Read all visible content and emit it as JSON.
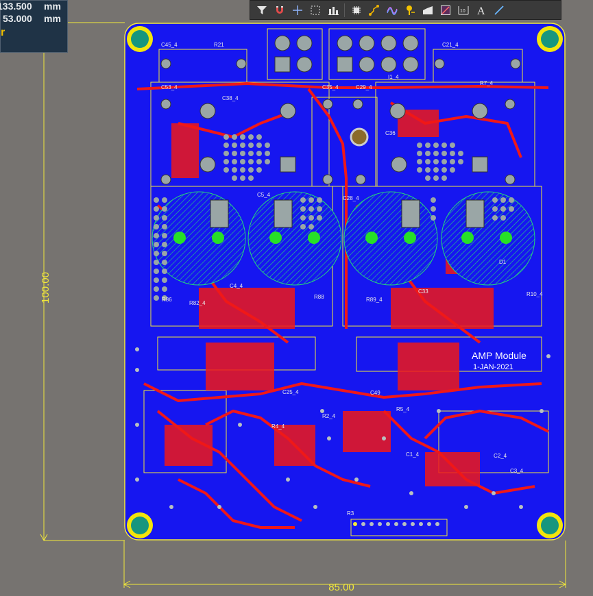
{
  "coord_readout": {
    "x_value": "133.500",
    "x_unit": "mm",
    "y_value": "53.000",
    "y_unit": "mm",
    "marker": "r"
  },
  "toolbar": {
    "tools": [
      {
        "name": "filter-icon"
      },
      {
        "name": "magnet-icon"
      },
      {
        "name": "crosshair-icon"
      },
      {
        "name": "select-rect-icon"
      },
      {
        "name": "align-icon"
      },
      {
        "name": "component-icon"
      },
      {
        "name": "route-icon"
      },
      {
        "name": "diff-pair-icon"
      },
      {
        "name": "pin-icon"
      },
      {
        "name": "polygon-icon"
      },
      {
        "name": "region-icon"
      },
      {
        "name": "dimension-icon"
      },
      {
        "name": "text-icon"
      },
      {
        "name": "line-icon"
      }
    ],
    "text_tool_label": "A",
    "dimension_tool_label": "10"
  },
  "board": {
    "title": "AMP Module",
    "date": "1-JAN-2021",
    "width_dim": "85.00",
    "height_dim": "100.00",
    "designators": [
      "C45_4",
      "R21",
      "C21_4",
      "C53_4",
      "C35_4",
      "C29_4",
      "I1_4",
      "R7_4",
      "C5_4",
      "C28_4",
      "C38_4",
      "C36",
      "D1",
      "R10_4",
      "R86",
      "R82_4",
      "R88",
      "R89_4",
      "C4_4",
      "C33",
      "C25_4",
      "C49",
      "R2_4",
      "R5_4",
      "R4_4",
      "C1_4",
      "C3_4",
      "R3",
      "C2_4"
    ]
  },
  "colors": {
    "background": "#767370",
    "copper_bottom": "#1616f0",
    "copper_top": "#f01818",
    "overlay": "#f2e83a",
    "pad": "#9aa6a6",
    "mount_hole": "#17967e",
    "accent": "#f3c200",
    "green_pad": "#27e027",
    "toolbar_bg": "#3a3a3a"
  }
}
